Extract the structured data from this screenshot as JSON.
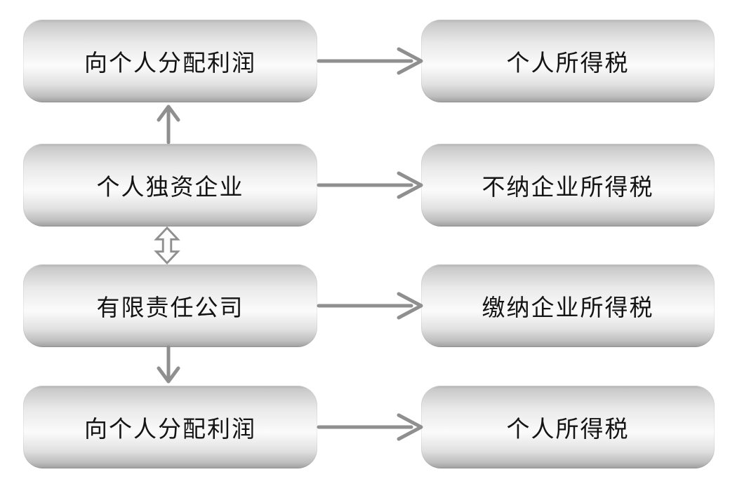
{
  "colors": {
    "background": "#ffffff",
    "arrow": "#8f8f8f",
    "node_text": "#141414",
    "node_fill_light": "#fbfbfb",
    "node_fill_dark": "#a2a2a2"
  },
  "nodes": {
    "left": [
      {
        "label": "向个人分配利润"
      },
      {
        "label": "个人独资企业"
      },
      {
        "label": "有限责任公司"
      },
      {
        "label": "向个人分配利润"
      }
    ],
    "right": [
      {
        "label": "个人所得税"
      },
      {
        "label": "不纳企业所得税"
      },
      {
        "label": "缴纳企业所得税"
      },
      {
        "label": "个人所得税"
      }
    ]
  },
  "connections": [
    {
      "from": "向个人分配利润",
      "to": "个人所得税",
      "type": "arrow-right",
      "row": 1
    },
    {
      "from": "个人独资企业",
      "to": "不纳企业所得税",
      "type": "arrow-right",
      "row": 2
    },
    {
      "from": "有限责任公司",
      "to": "缴纳企业所得税",
      "type": "arrow-right",
      "row": 3
    },
    {
      "from": "向个人分配利润",
      "to": "个人所得税",
      "type": "arrow-right",
      "row": 4
    },
    {
      "from": "个人独资企业",
      "to": "向个人分配利润",
      "type": "arrow-up"
    },
    {
      "from": "个人独资企业",
      "to": "有限责任公司",
      "type": "double-arrow-vertical"
    },
    {
      "from": "有限责任公司",
      "to": "向个人分配利润",
      "type": "arrow-down"
    }
  ]
}
